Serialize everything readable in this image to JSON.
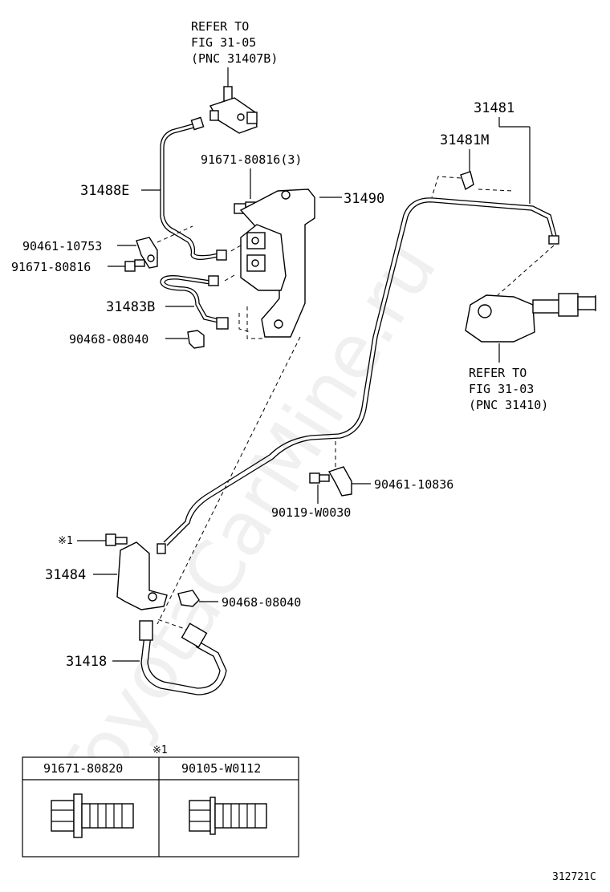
{
  "labels": {
    "refer_top": [
      "REFER TO",
      "FIG 31-05",
      "(PNC 31407B)"
    ],
    "refer_right": [
      "REFER TO",
      "FIG 31-03",
      "(PNC 31410)"
    ],
    "p31481": "31481",
    "p31481m": "31481M",
    "p31488e": "31488E",
    "p31490": "31490",
    "p91671_80816_3": "91671-80816(3)",
    "p90461_10753": "90461-10753",
    "p91671_80816": "91671-80816",
    "p31483b": "31483B",
    "p90468_08040_a": "90468-08040",
    "p90461_10836": "90461-10836",
    "p90119_w0030": "90119-W0030",
    "note1_mark": "※1",
    "p31484": "31484",
    "p90468_08040_b": "90468-08040",
    "p31418": "31418",
    "table_note": "※1",
    "figure_code": "312721C"
  },
  "table": {
    "headers": [
      "91671-80820",
      "90105-W0112"
    ]
  },
  "watermark": "ToyotaCarMine.ru"
}
